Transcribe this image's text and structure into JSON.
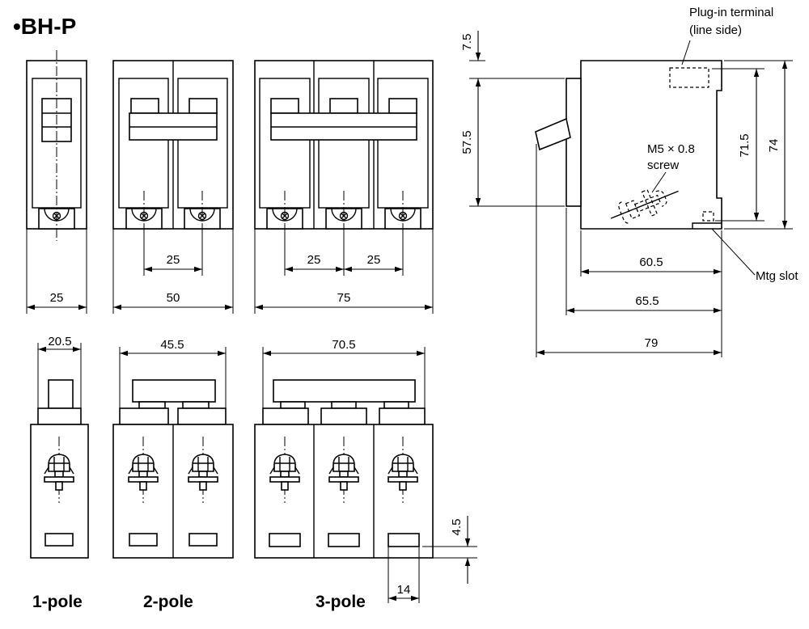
{
  "title": "•BH-P",
  "colors": {
    "line": "#000000",
    "background": "#ffffff"
  },
  "front_view": {
    "one_pole": {
      "width": "25"
    },
    "two_pole": {
      "width": "50",
      "pitch": "25"
    },
    "three_pole": {
      "width": "75",
      "pitch_1": "25",
      "pitch_2": "25"
    }
  },
  "bottom_view": {
    "one_pole": {
      "width": "20.5"
    },
    "two_pole": {
      "width": "45.5"
    },
    "three_pole": {
      "width": "70.5",
      "slot_width": "14",
      "slot_offset": "4.5"
    }
  },
  "side_view": {
    "plug_in_terminal_label": [
      "Plug-in terminal",
      "(line side)"
    ],
    "screw_label": [
      "M5 × 0.8",
      "screw"
    ],
    "mtg_slot_label": "Mtg slot",
    "top_offset": "7.5",
    "front_height": "57.5",
    "inner_height": "71.5",
    "overall_height": "74",
    "body_depth": "60.5",
    "front_depth": "65.5",
    "overall_depth": "79"
  },
  "labels": {
    "one_pole": "1-pole",
    "two_pole": "2-pole",
    "three_pole": "3-pole"
  }
}
